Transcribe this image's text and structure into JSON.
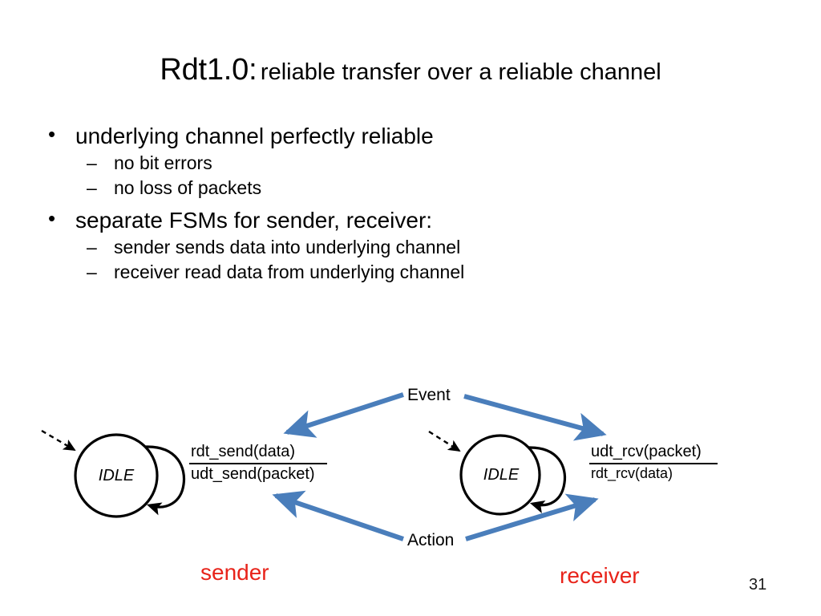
{
  "slide": {
    "title_main": "Rdt1.0:",
    "title_sub": "reliable transfer over a reliable channel",
    "page_number": "31"
  },
  "bullets": [
    {
      "level": 1,
      "marker": "•",
      "text": "underlying channel perfectly reliable"
    },
    {
      "level": 2,
      "marker": "–",
      "text": "no bit errors"
    },
    {
      "level": 2,
      "marker": "–",
      "text": "no loss of packets"
    },
    {
      "level": 1,
      "marker": "•",
      "text": "separate FSMs for sender, receiver:"
    },
    {
      "level": 2,
      "marker": "–",
      "text": "sender sends data into underlying channel"
    },
    {
      "level": 2,
      "marker": "–",
      "text": "receiver read data from underlying channel"
    }
  ],
  "diagram": {
    "sender": {
      "state": "IDLE",
      "event": "rdt_send(data)",
      "action": "udt_send(packet)",
      "role": "sender"
    },
    "receiver": {
      "state": "IDLE",
      "event": "udt_rcv(packet)",
      "action": "rdt_rcv(data)",
      "role": "receiver"
    },
    "annotations": {
      "event_label": "Event",
      "action_label": "Action"
    },
    "colors": {
      "arrow_blue": "#4A7EBB",
      "role_red": "#E8231A",
      "stroke_black": "#000000"
    }
  }
}
